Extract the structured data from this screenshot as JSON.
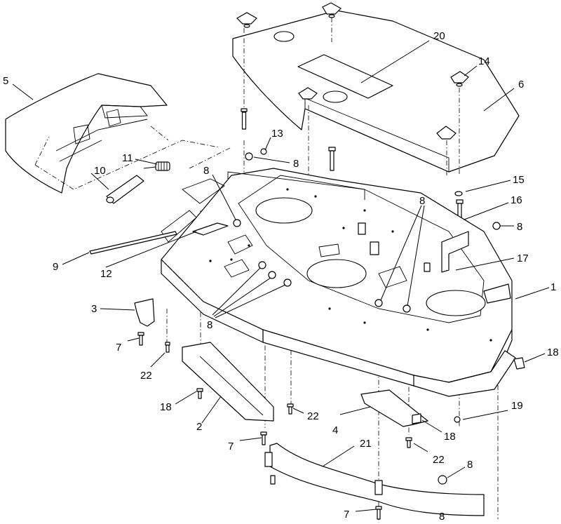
{
  "callouts": [
    {
      "id": "c1",
      "label": "1"
    },
    {
      "id": "c2",
      "label": "2"
    },
    {
      "id": "c3",
      "label": "3"
    },
    {
      "id": "c4",
      "label": "4"
    },
    {
      "id": "c5",
      "label": "5"
    },
    {
      "id": "c6",
      "label": "6"
    },
    {
      "id": "c7a",
      "label": "7"
    },
    {
      "id": "c7b",
      "label": "7"
    },
    {
      "id": "c7c",
      "label": "7"
    },
    {
      "id": "c8a",
      "label": "8"
    },
    {
      "id": "c8b",
      "label": "8"
    },
    {
      "id": "c8c",
      "label": "8"
    },
    {
      "id": "c8d",
      "label": "8"
    },
    {
      "id": "c8e",
      "label": "8"
    },
    {
      "id": "c8f",
      "label": "8"
    },
    {
      "id": "c8g",
      "label": "8"
    },
    {
      "id": "c9",
      "label": "9"
    },
    {
      "id": "c10",
      "label": "10"
    },
    {
      "id": "c11",
      "label": "11"
    },
    {
      "id": "c12",
      "label": "12"
    },
    {
      "id": "c13",
      "label": "13"
    },
    {
      "id": "c14",
      "label": "14"
    },
    {
      "id": "c15",
      "label": "15"
    },
    {
      "id": "c16",
      "label": "16"
    },
    {
      "id": "c17",
      "label": "17"
    },
    {
      "id": "c18a",
      "label": "18"
    },
    {
      "id": "c18b",
      "label": "18"
    },
    {
      "id": "c18c",
      "label": "18"
    },
    {
      "id": "c19",
      "label": "19"
    },
    {
      "id": "c20",
      "label": "20"
    },
    {
      "id": "c21",
      "label": "21"
    },
    {
      "id": "c22a",
      "label": "22"
    },
    {
      "id": "c22b",
      "label": "22"
    },
    {
      "id": "c22c",
      "label": "22"
    }
  ]
}
